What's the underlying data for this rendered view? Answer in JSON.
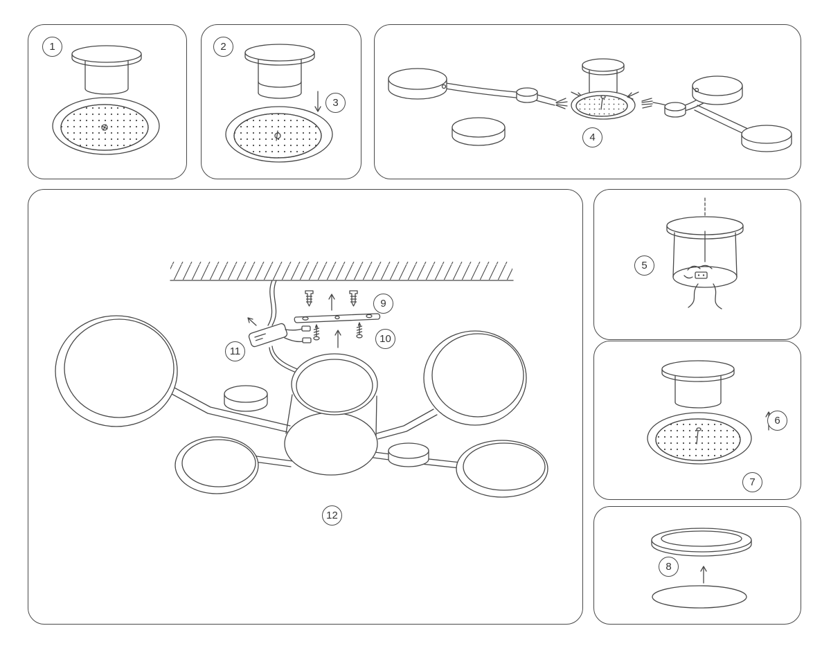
{
  "colors": {
    "line": "#474747",
    "background": "#ffffff"
  },
  "steps": {
    "1": "1",
    "2": "2",
    "3": "3",
    "4": "4",
    "5": "5",
    "6": "6",
    "7": "7",
    "8": "8",
    "9": "9",
    "10": "10",
    "11": "11",
    "12": "12"
  }
}
